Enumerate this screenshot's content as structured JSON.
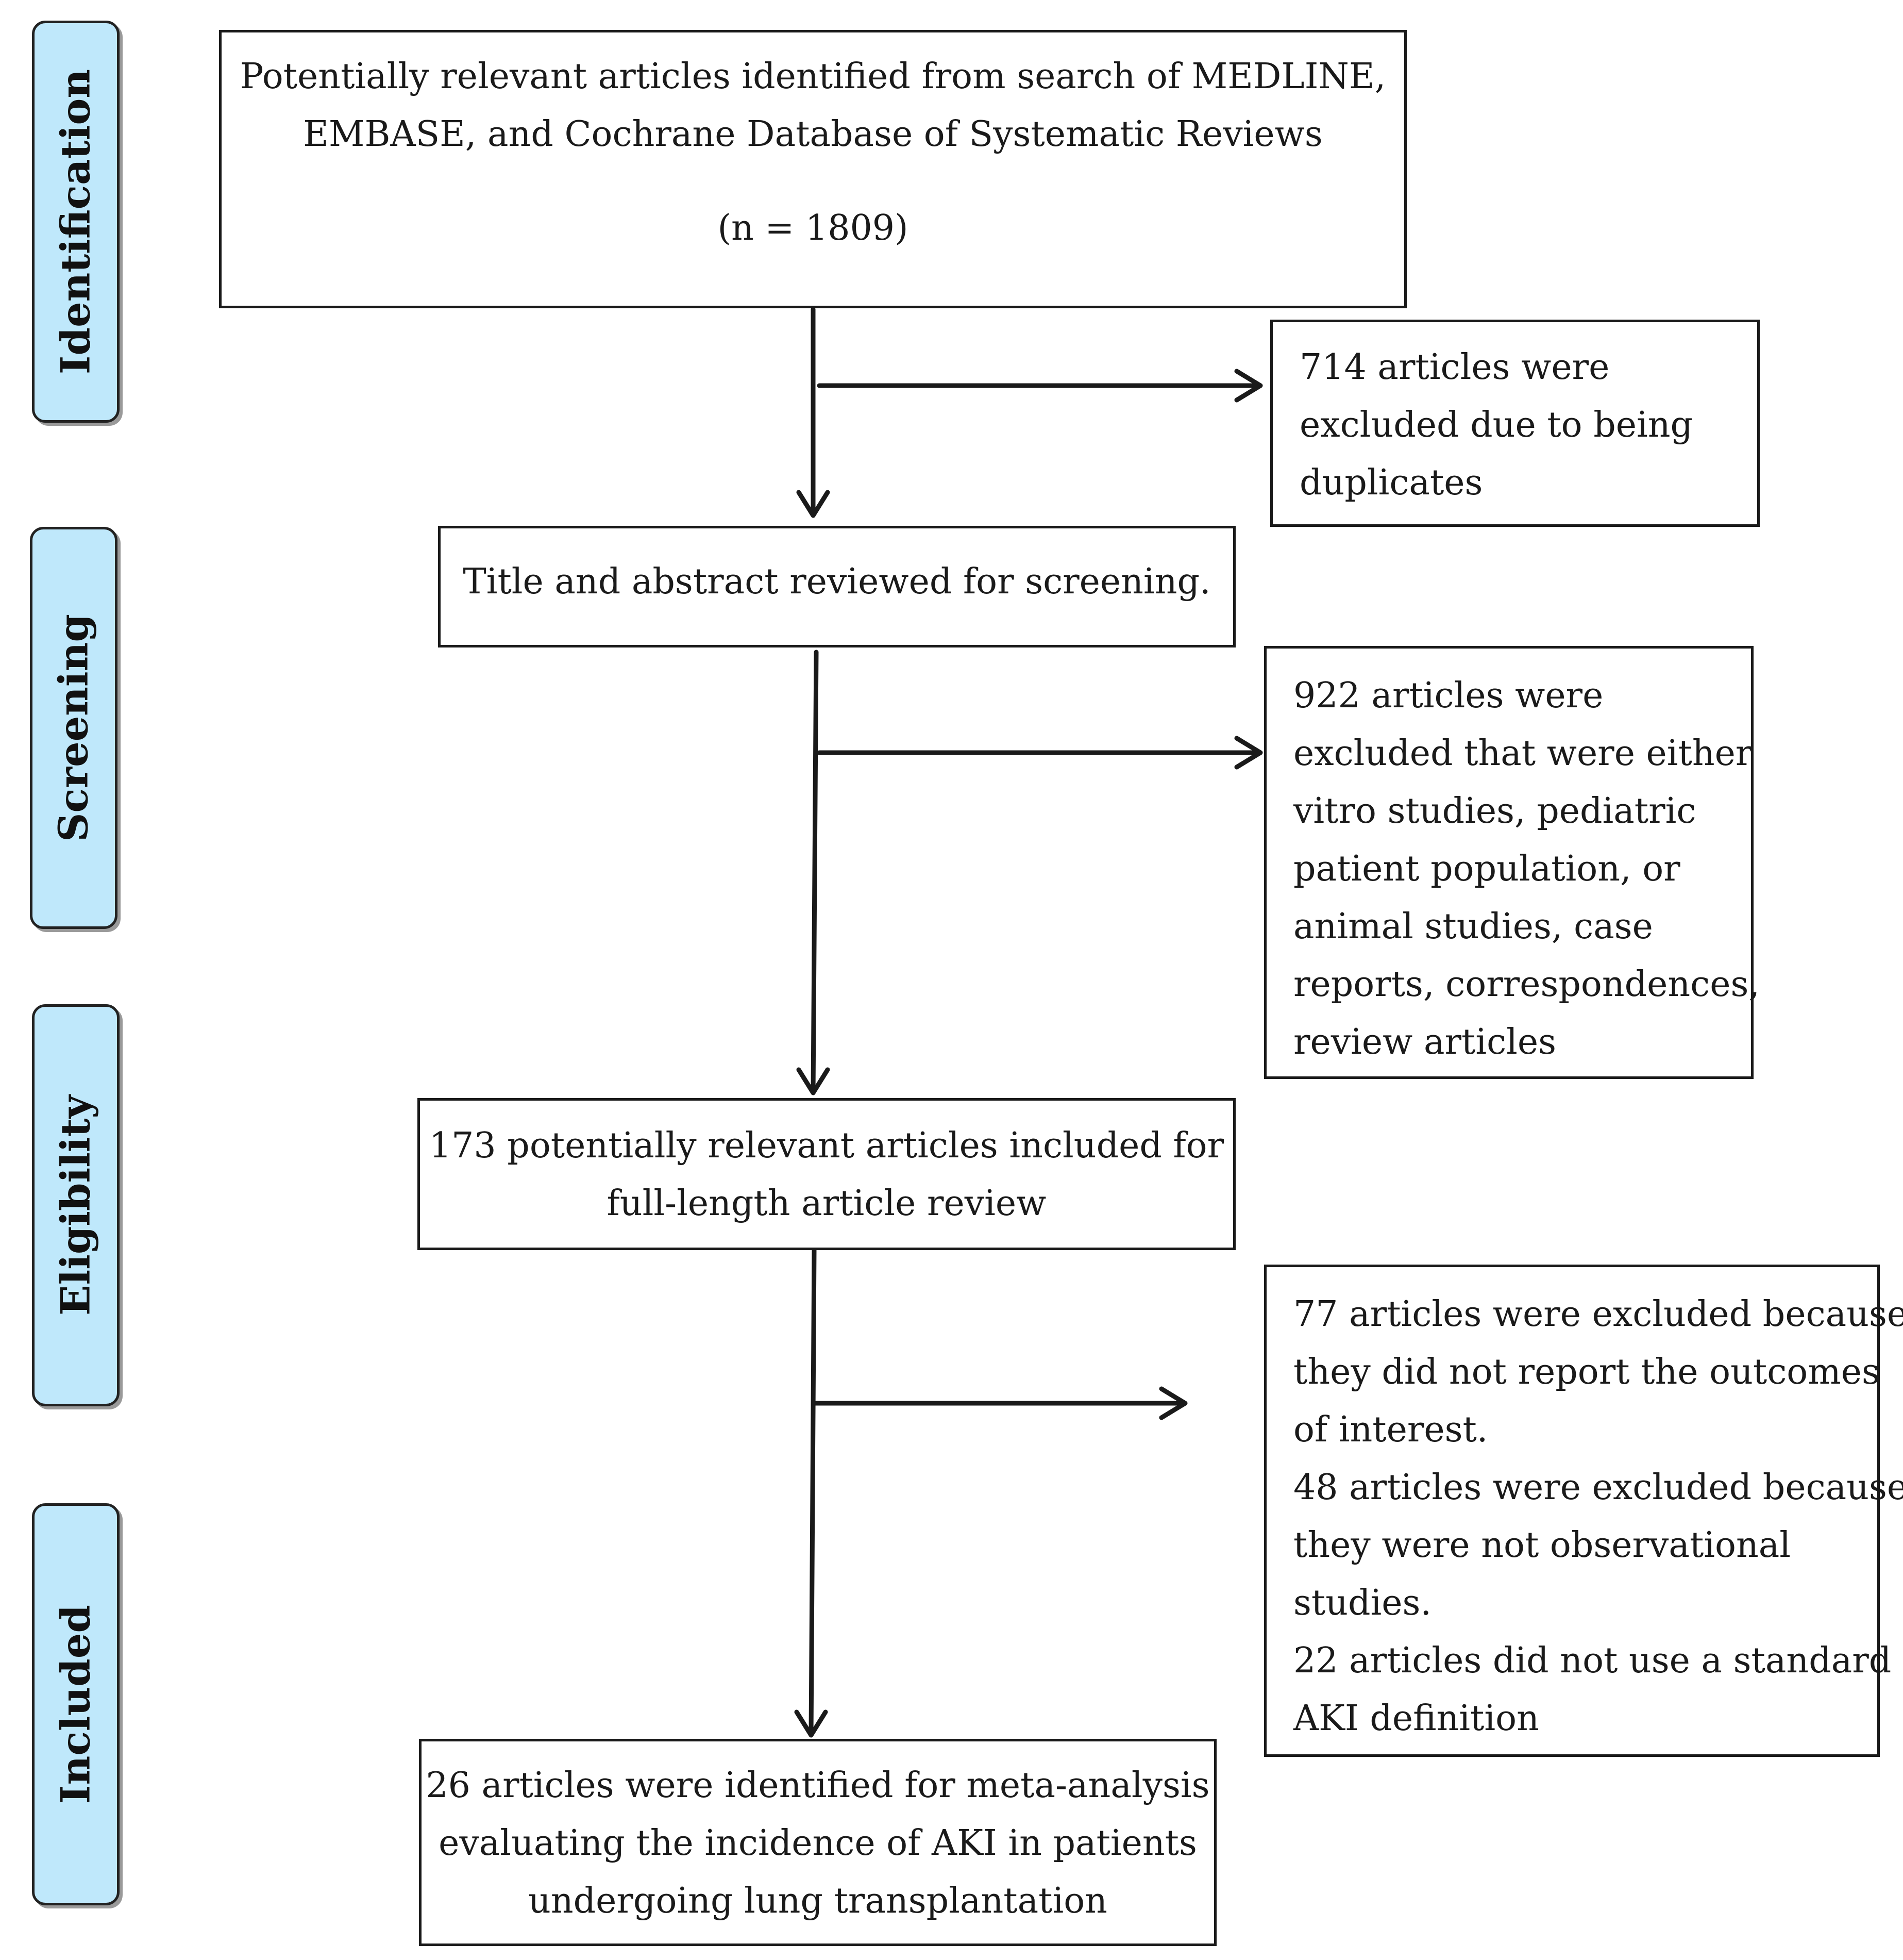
{
  "stages": [
    {
      "label": "Identification"
    },
    {
      "label": "Screening"
    },
    {
      "label": "Eligibility"
    },
    {
      "label": "Included"
    }
  ],
  "boxes": {
    "identified": {
      "lines": [
        "Potentially relevant articles identified from search of MEDLINE,",
        "EMBASE, and Cochrane Database of Systematic Reviews"
      ],
      "count": "(n = 1809)"
    },
    "screening": {
      "lines": [
        "Title and abstract reviewed for screening."
      ]
    },
    "full_text": {
      "lines": [
        "173 potentially relevant articles included for",
        "full-length article review"
      ]
    },
    "included": {
      "lines": [
        "26 articles were identified for meta-analysis",
        "evaluating the incidence of AKI in patients",
        "undergoing lung transplantation"
      ]
    },
    "excluded_duplicates": {
      "lines": [
        "714 articles were",
        "excluded due to being",
        "duplicates"
      ]
    },
    "excluded_screening": {
      "lines": [
        "922 articles were",
        "excluded that were either",
        "vitro studies, pediatric",
        "patient population, or",
        "animal studies, case",
        "reports, correspondences,",
        "review articles"
      ]
    },
    "excluded_full_text": {
      "lines": [
        "77 articles were excluded because",
        "they did not report the outcomes",
        "of interest.",
        "48 articles were excluded because",
        "they were not observational",
        "studies.",
        "22 articles did not use a standard",
        "AKI definition"
      ]
    }
  },
  "colors": {
    "stage_fill": "#bfe8fb",
    "line": "#1a1a1a"
  }
}
